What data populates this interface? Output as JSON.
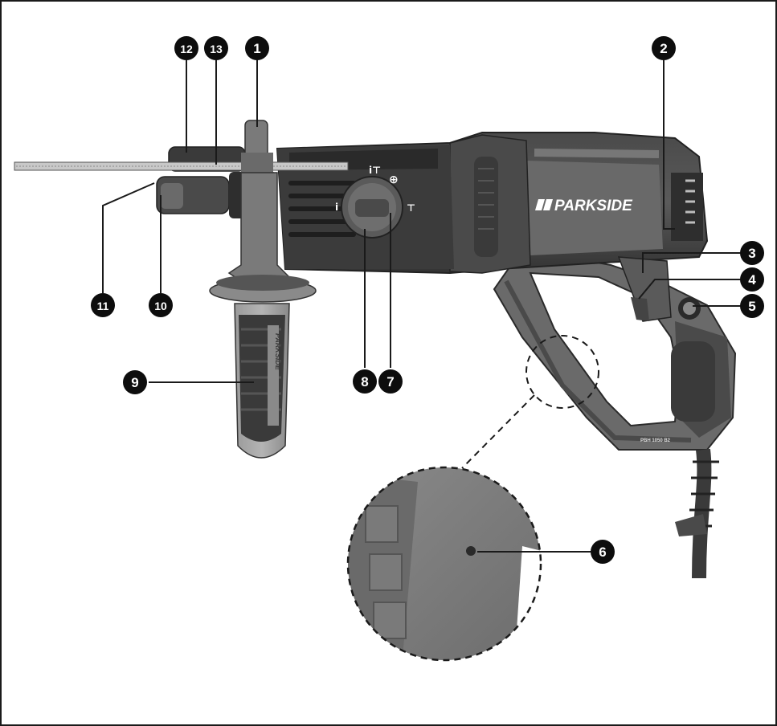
{
  "brand": {
    "name": "PARKSIDE",
    "model": "PBH 1050 B2",
    "handle_lettering": "PARKSIDE"
  },
  "mode_symbols": [
    "i⊤",
    "⊕",
    "i",
    "⊤"
  ],
  "callouts": [
    "1",
    "2",
    "3",
    "4",
    "5",
    "6",
    "7",
    "8",
    "9",
    "10",
    "11",
    "12",
    "13"
  ],
  "colors": {
    "frame": "#1a1a1a",
    "body_dark": "#3e3e3e",
    "body_mid": "#5d5d5d",
    "body_light": "#8c8c8c",
    "grip_orange": "#8a8a8a",
    "badge": "#0d0d0d",
    "detail_bg": "#7d7d7d"
  }
}
